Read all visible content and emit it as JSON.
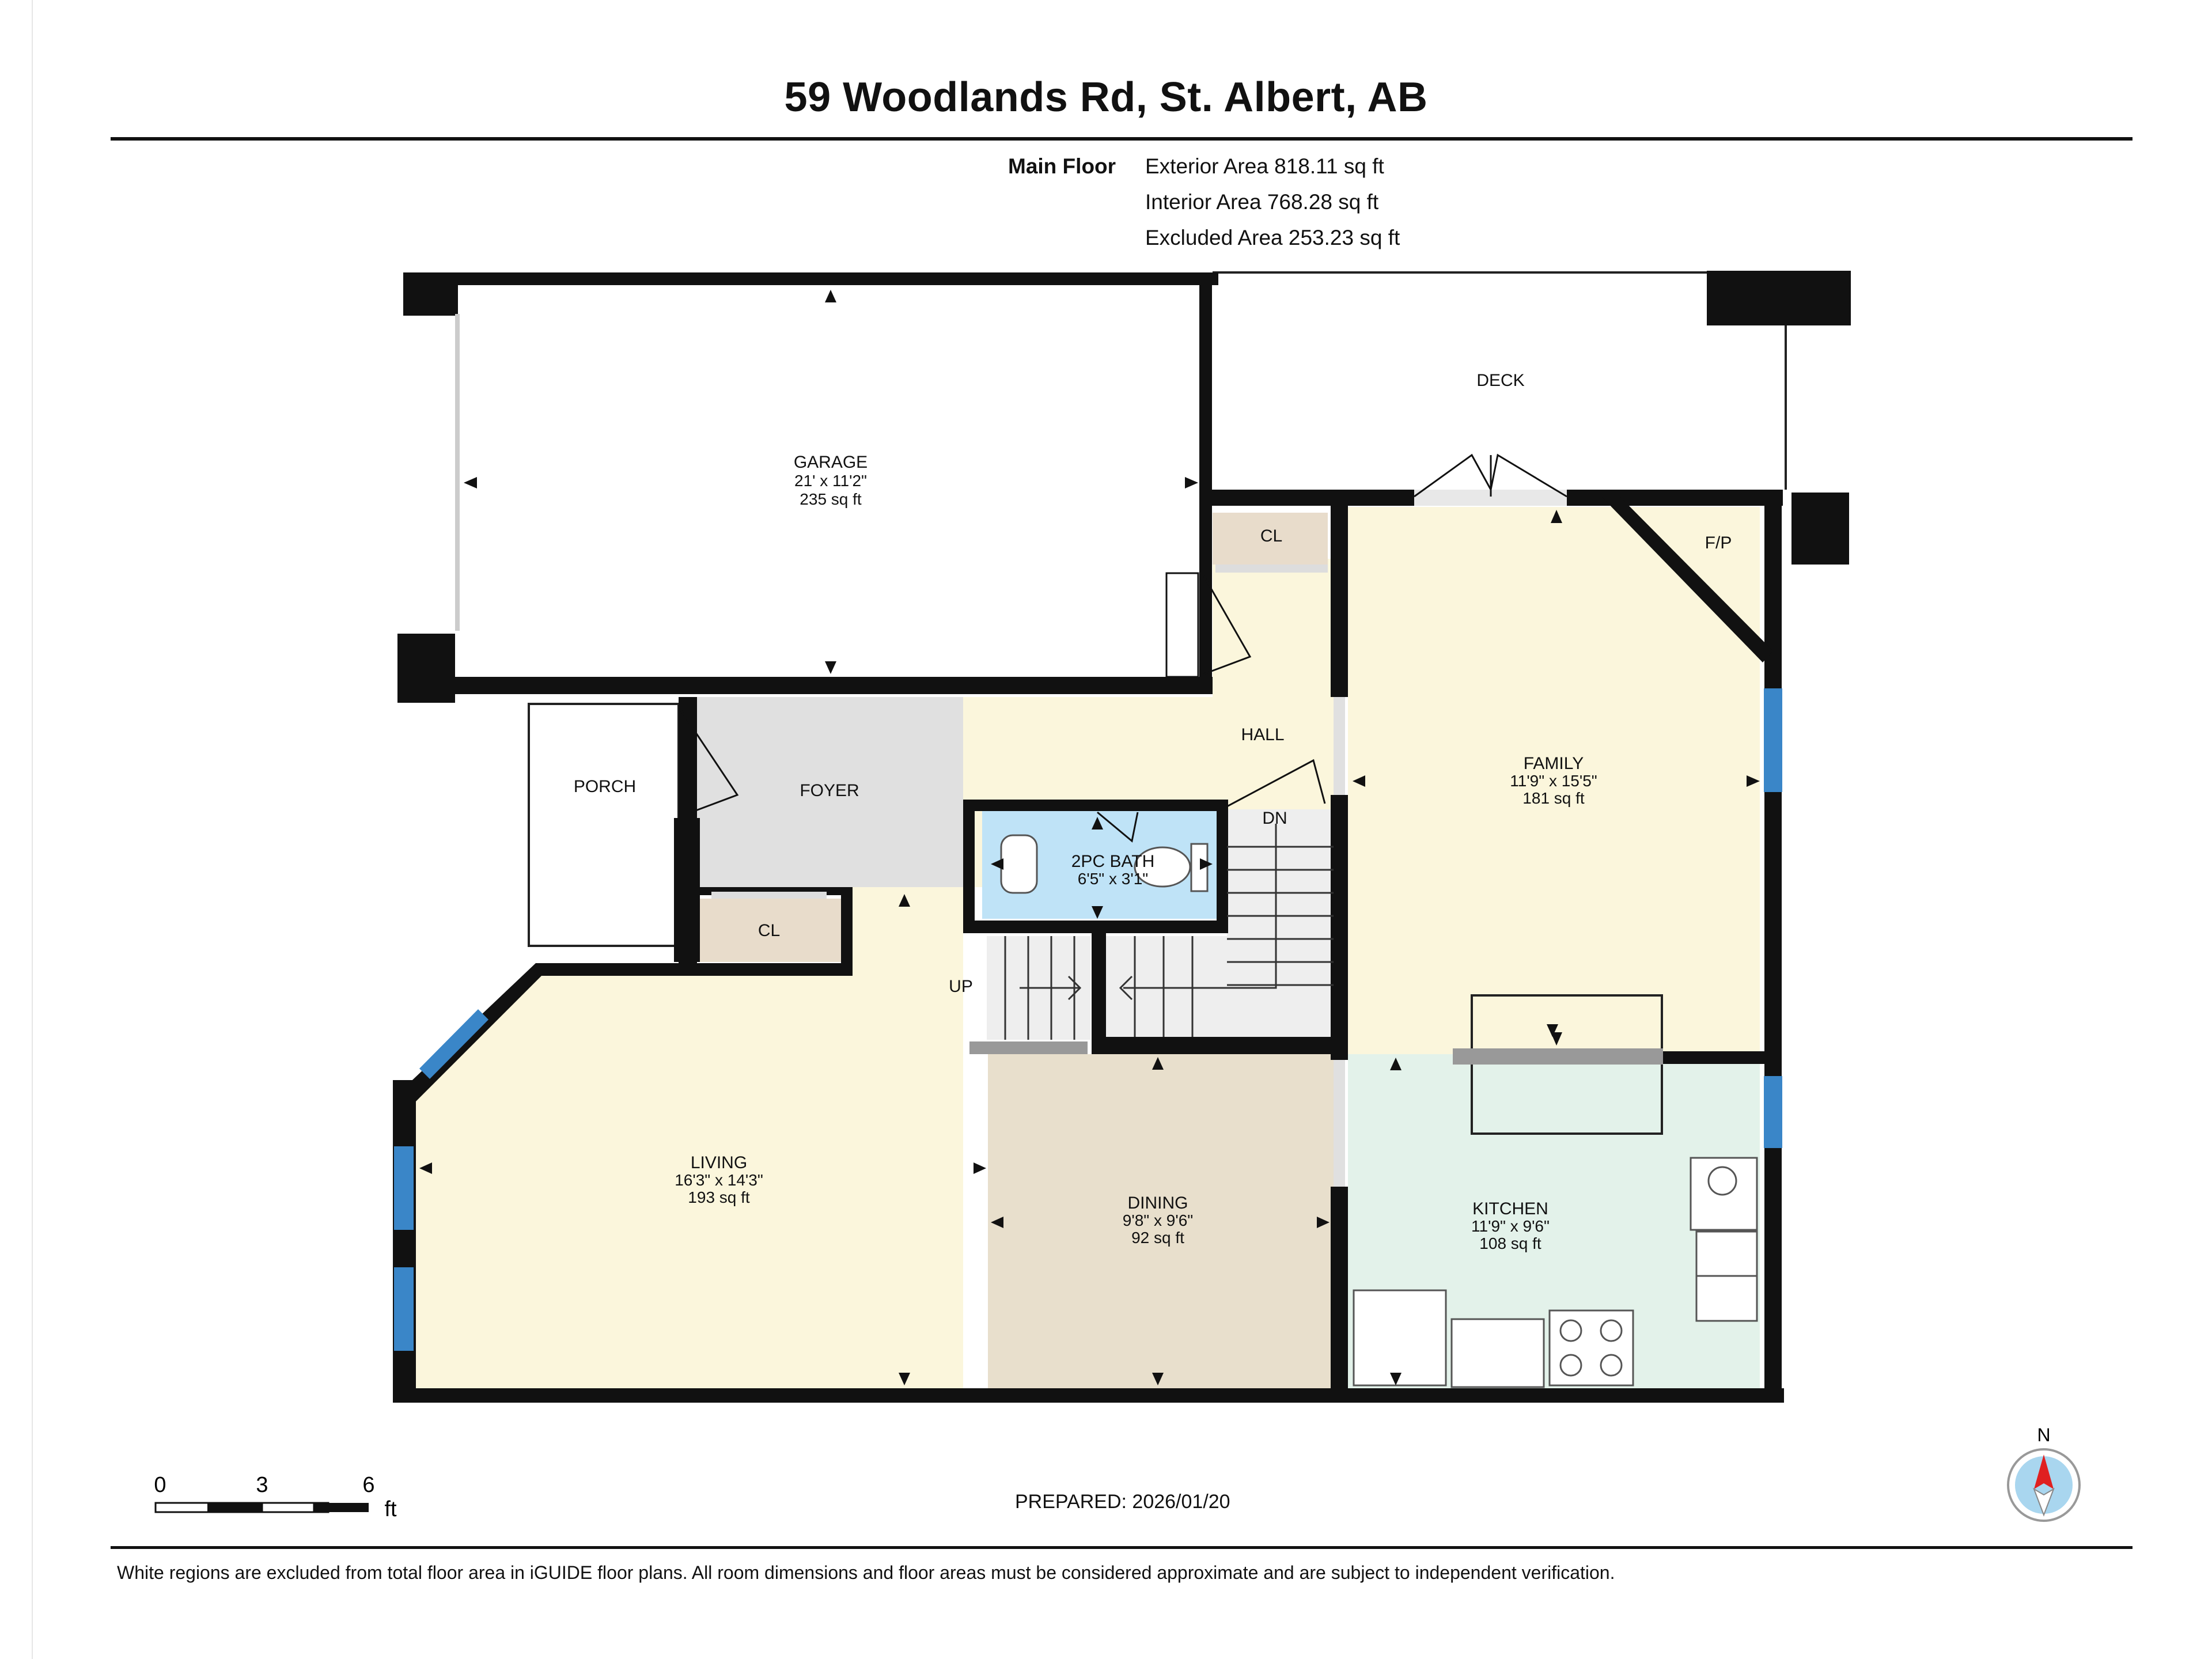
{
  "header": {
    "title": "59 Woodlands Rd, St. Albert, AB",
    "floor_label": "Main Floor",
    "areas": [
      "Exterior Area 818.11 sq ft",
      "Interior Area 768.28 sq ft",
      "Excluded Area 253.23 sq ft"
    ]
  },
  "rooms": {
    "garage": {
      "name": "GARAGE",
      "dims": "21' x 11'2\"",
      "area": "235 sq ft"
    },
    "deck": {
      "name": "DECK"
    },
    "cl_hall": {
      "name": "CL"
    },
    "fp": {
      "name": "F/P"
    },
    "hall": {
      "name": "HALL"
    },
    "family": {
      "name": "FAMILY",
      "dims": "11'9\" x 15'5\"",
      "area": "181 sq ft"
    },
    "porch": {
      "name": "PORCH"
    },
    "foyer": {
      "name": "FOYER"
    },
    "dn": {
      "name": "DN"
    },
    "bath": {
      "name": "2PC BATH",
      "dims": "6'5\" x 3'1\""
    },
    "cl_foyer": {
      "name": "CL"
    },
    "up": {
      "name": "UP"
    },
    "living": {
      "name": "LIVING",
      "dims": "16'3\" x 14'3\"",
      "area": "193 sq ft"
    },
    "dining": {
      "name": "DINING",
      "dims": "9'8\" x 9'6\"",
      "area": "92 sq ft"
    },
    "kitchen": {
      "name": "KITCHEN",
      "dims": "11'9\" x 9'6\"",
      "area": "108 sq ft"
    }
  },
  "scale": {
    "ticks": [
      "0",
      "3",
      "6"
    ],
    "unit": "ft"
  },
  "compass": {
    "label": "N"
  },
  "footer": {
    "prepared": "PREPARED: 2026/01/20",
    "disclaimer": "White regions are excluded from total floor area in iGUIDE floor plans. All room dimensions and floor areas must be considered approximate and are subject to independent verification."
  },
  "colors": {
    "wall": "#111111",
    "window": "#3a86c8",
    "bath": "#bfe3f7",
    "foyer": "#e0e0e0",
    "closet": "#e8dccb",
    "living": "#fbf6dc",
    "dining": "#e8dfcc",
    "kitchen": "#e3f2ea",
    "stairs": "#eeeeee"
  }
}
